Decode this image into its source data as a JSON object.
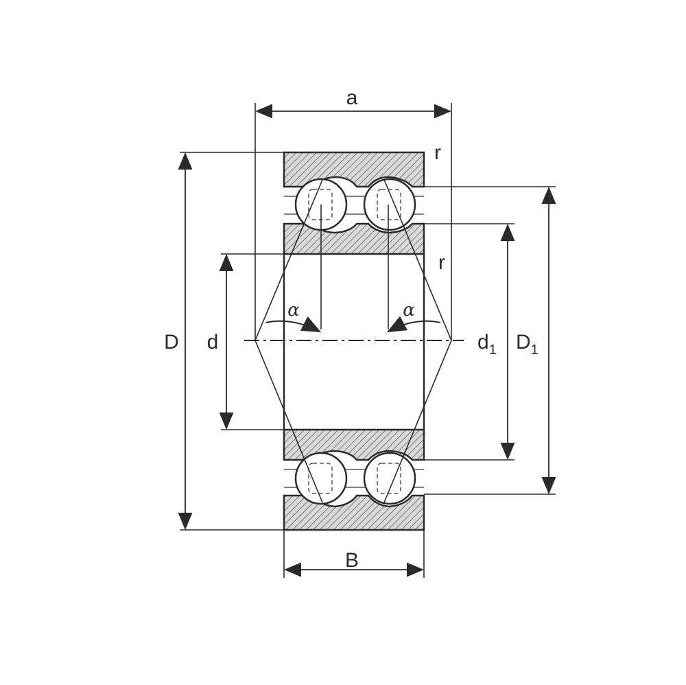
{
  "diagram": {
    "labels": {
      "a": "a",
      "r_top": "r",
      "r_mid": "r",
      "alpha_left": "α",
      "alpha_right": "α",
      "D": "D",
      "d": "d",
      "d1_main": "d",
      "d1_sub": "1",
      "D1_main": "D",
      "D1_sub": "1",
      "B": "B"
    },
    "colors": {
      "line": "#2a2a2a",
      "hatch": "#8a8a8a",
      "background": "#ffffff"
    }
  }
}
